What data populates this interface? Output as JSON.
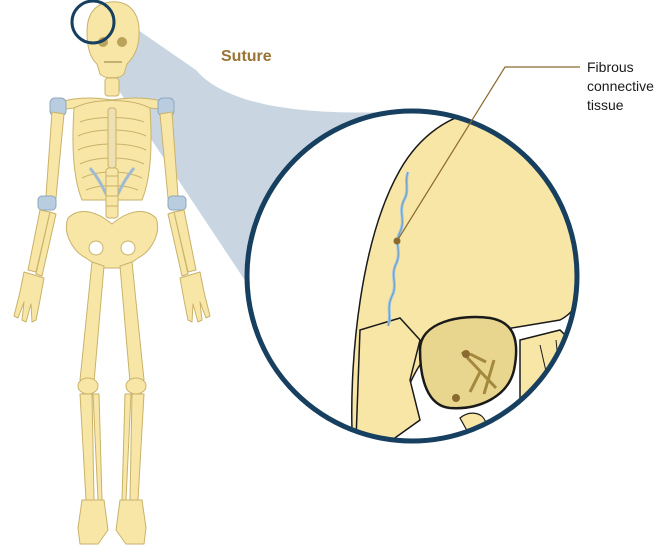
{
  "labels": {
    "suture": "Suture",
    "fibrous_connective_tissue": [
      "Fibrous",
      "connective",
      "tissue"
    ]
  },
  "colors": {
    "bone": "#f8e6a6",
    "bone_stroke": "#c9b26a",
    "cartilage": "#b8cde0",
    "ring": "#173f5f",
    "callout_wedge": "#c3d2df",
    "suture_label": "#9a7436",
    "leader_line": "#8a6a2e",
    "suture_line": "#9ec6e6",
    "dark_outline": "#1a1a1a"
  }
}
